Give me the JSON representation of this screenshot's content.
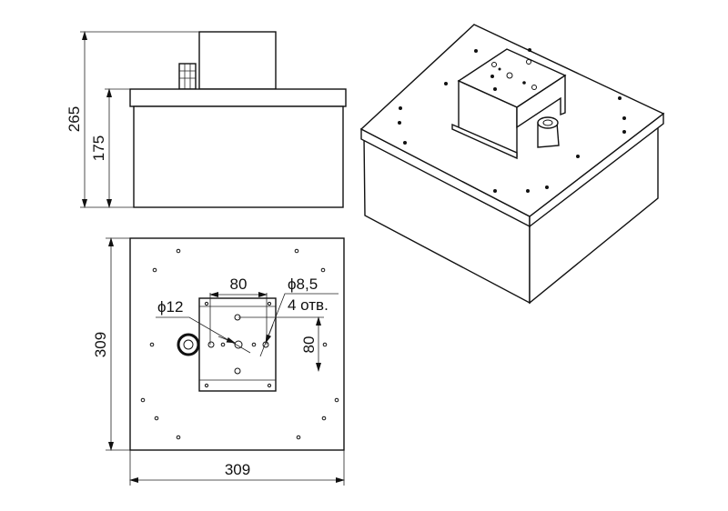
{
  "dimensions": {
    "total_height": "265",
    "body_height": "175",
    "width_vertical": "309",
    "width_horizontal": "309",
    "bracket_hole_spacing_h": "80",
    "bracket_hole_spacing_v": "80",
    "center_hole_diameter": "ϕ12",
    "mount_hole_diameter": "ϕ8,5",
    "mount_hole_count": "4 отв."
  }
}
